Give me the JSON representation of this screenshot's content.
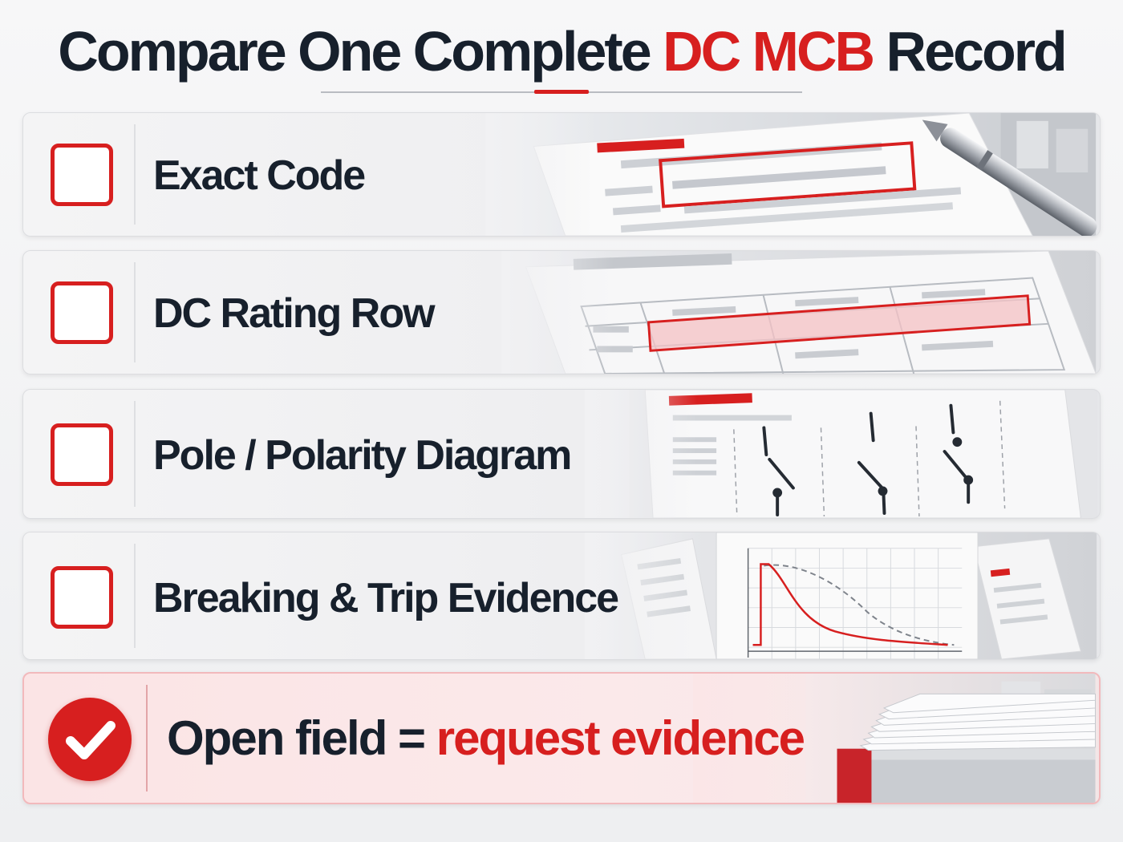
{
  "title": {
    "part1": "Compare One Complete ",
    "accent": "DC MCB",
    "part2": " Record"
  },
  "items": [
    {
      "label": "Exact Code",
      "checked": false,
      "illustration": "document-highlight-code"
    },
    {
      "label": "DC Rating Row",
      "checked": false,
      "illustration": "table-highlight-row"
    },
    {
      "label": "Pole / Polarity Diagram",
      "checked": false,
      "illustration": "pole-switch-diagram"
    },
    {
      "label": "Breaking & Trip Evidence",
      "checked": false,
      "illustration": "trip-curve-chart"
    }
  ],
  "footer": {
    "label_part1": "Open field = ",
    "label_part2": "request evidence",
    "checked": true,
    "icon": "check-circle-icon",
    "illustration": "paper-stack"
  },
  "colors": {
    "accent": "#d71f1f",
    "text": "#17202c",
    "card_bg": "#f1f1f3",
    "final_bg": "#fbe6e7"
  }
}
